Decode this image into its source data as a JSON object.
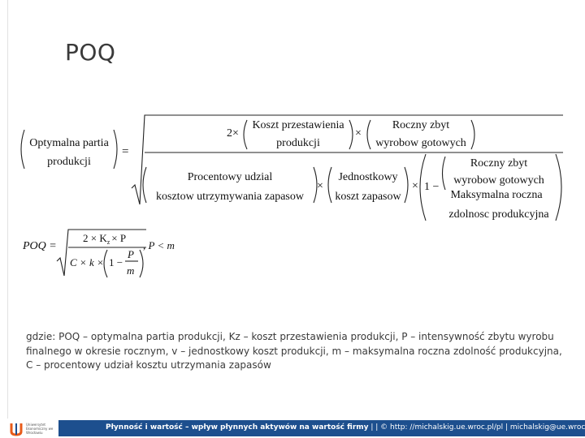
{
  "slide": {
    "title": "POQ"
  },
  "formula_word": {
    "lhs_line1": "Optymalna partia",
    "lhs_line2": "produkcji",
    "equals": "=",
    "two_times": "2×",
    "cost_setup_line1": "Koszt przestawienia",
    "cost_setup_line2": "produkcji",
    "times": "×",
    "sales_line1": "Roczny zbyt",
    "sales_line2": "wyrobow gotowych",
    "percent_line1": "Procentowy udzial",
    "percent_line2": "kosztow utrzymywania zapasow",
    "unit_line1": "Jednostkowy",
    "unit_line2": "koszt zapasow",
    "one_minus": "1 −",
    "ratio_num_line1": "Roczny zbyt",
    "ratio_num_line2": "wyrobow gotowych",
    "ratio_den_line1": "Maksymalna roczna",
    "ratio_den_line2": "zdolnosc produkcyjna"
  },
  "formula_symbolic": {
    "lhs": "POQ =",
    "numerator": "2 × K",
    "numerator_sub": "z",
    "numerator_tail": "× P",
    "denominator": "C × k ×",
    "one_minus": "1 −",
    "p": "P",
    "m": "m",
    "condition": ",  P < m"
  },
  "description": {
    "text": "gdzie: POQ – optymalna partia produkcji, Kz – koszt przestawienia produkcji, P – intensywność zbytu wyrobu finalnego w okresie rocznym, v – jednostkowy koszt produkcji, m – maksymalna roczna zdolność produkcyjna, C – procentowy udział kosztu utrzymania zapasów"
  },
  "footer": {
    "logo_text": "Uniwersytet Ekonomiczny we Wrocławiu",
    "bold_text": "Płynność i wartość – wpływ płynnych aktywów na wartość firmy",
    "rest_text": " | | © http: //michalskig.ue.wroc.pl/pl | michalskig@ue.wroc.pl",
    "bar_color": "#1d4f8e"
  }
}
